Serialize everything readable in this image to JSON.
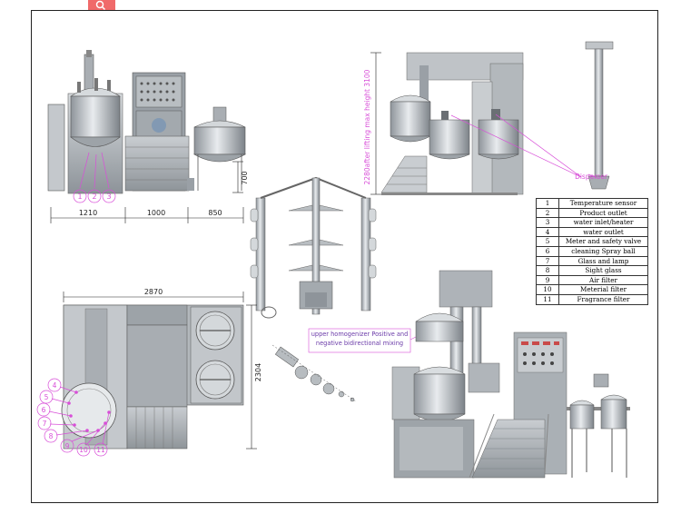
{
  "front_view": {
    "dim_1": "1210",
    "dim_2": "1000",
    "dim_3": "850",
    "dim_height": "700",
    "callouts": [
      "1",
      "2",
      "3"
    ]
  },
  "side_view": {
    "dim_height": "2280after lifting max height 3100",
    "disperser_label": "Disperser"
  },
  "mixer_view": {
    "label": "upper homogenizer Positive and negative bidirectional mixing"
  },
  "top_view": {
    "dim_width": "2870",
    "dim_depth": "2304",
    "callouts": [
      "4",
      "5",
      "6",
      "7",
      "8",
      "9",
      "10",
      "11"
    ]
  },
  "spec_table": [
    {
      "no": "1",
      "name": "Temperature sensor"
    },
    {
      "no": "2",
      "name": "Product outlet"
    },
    {
      "no": "3",
      "name": "water inlet/heater"
    },
    {
      "no": "4",
      "name": "water outlet"
    },
    {
      "no": "5",
      "name": "Meter and safety valve"
    },
    {
      "no": "6",
      "name": "cleaning Spray ball"
    },
    {
      "no": "7",
      "name": "Glass and lamp"
    },
    {
      "no": "8",
      "name": "Sight glass"
    },
    {
      "no": "9",
      "name": "Air filter"
    },
    {
      "no": "10",
      "name": "Meterial filter"
    },
    {
      "no": "11",
      "name": "Fragrance filter"
    }
  ],
  "colors": {
    "callout": "#d84fd8",
    "line": "#222222",
    "steel": "#b8bcc0",
    "panel": "#9aa0a6",
    "accent_tab": "#f06a6a"
  }
}
